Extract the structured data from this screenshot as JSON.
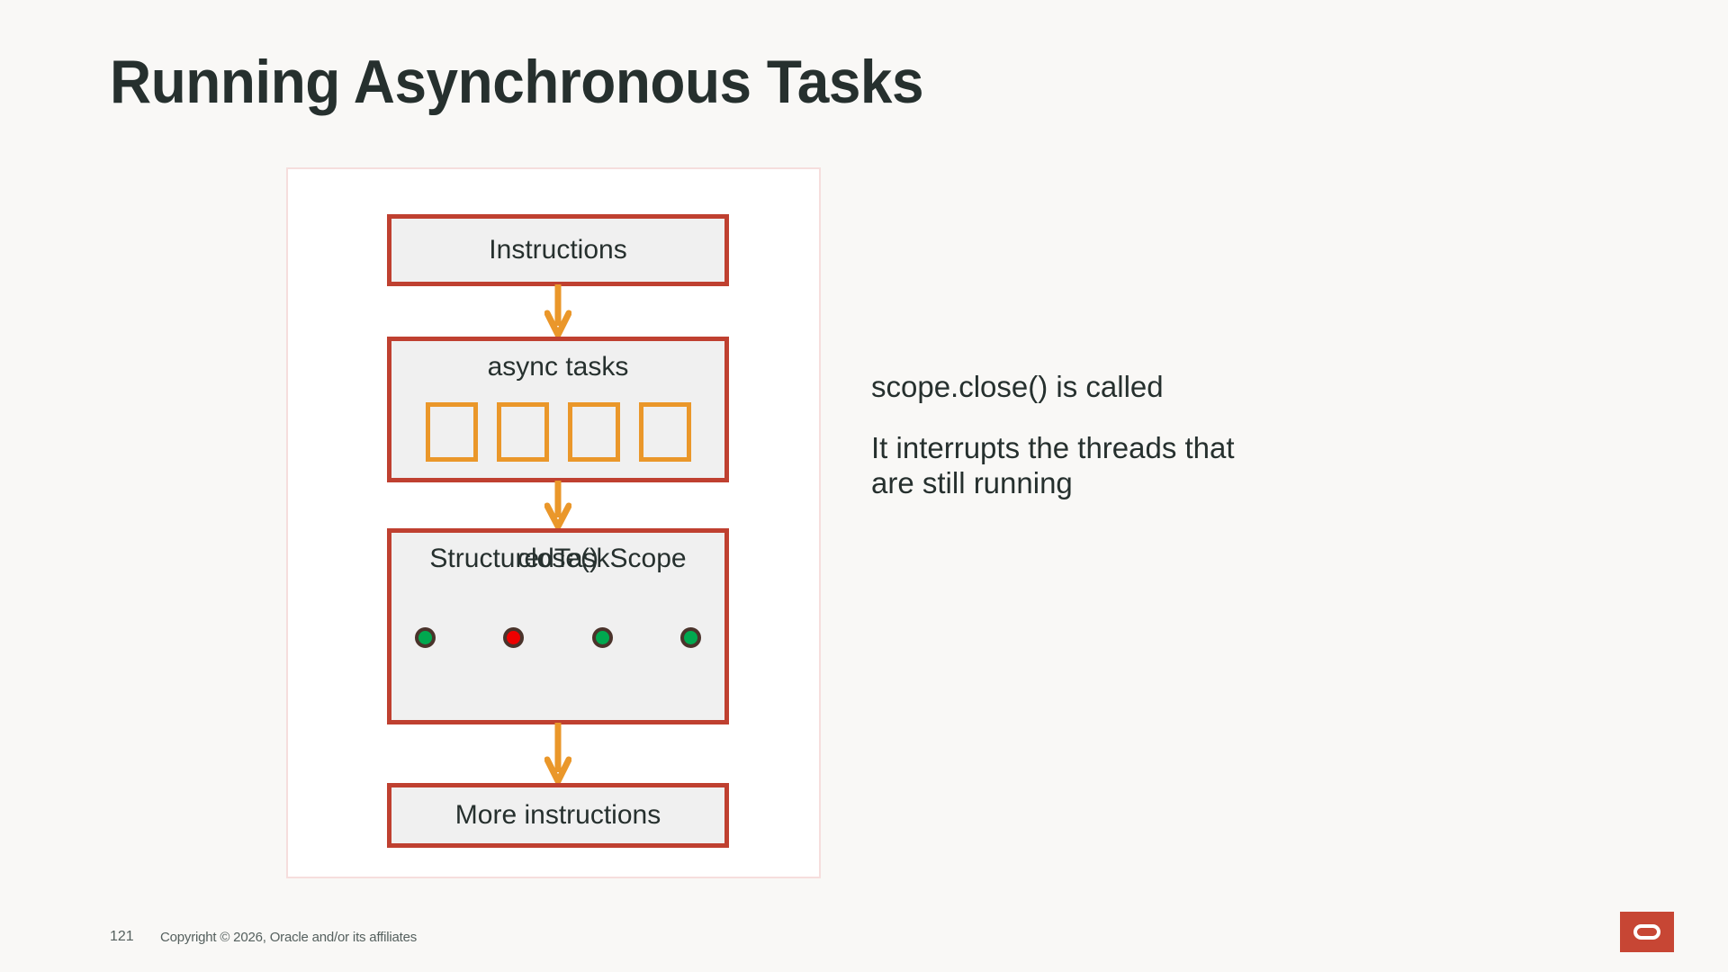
{
  "slide": {
    "title": "Running Asynchronous Tasks"
  },
  "diagram": {
    "boxes": [
      {
        "id": "instructions",
        "label": "Instructions"
      },
      {
        "id": "async-tasks",
        "label": "async tasks"
      },
      {
        "id": "structured-task-scope",
        "label": "StructuredTaskScope",
        "sub_label": "close()"
      },
      {
        "id": "more-instructions",
        "label": "More instructions"
      }
    ],
    "task_squares": [
      {
        "index": 1,
        "state": "pending"
      },
      {
        "index": 2,
        "state": "pending"
      },
      {
        "index": 3,
        "state": "pending"
      },
      {
        "index": 4,
        "state": "pending"
      }
    ],
    "thread_dots": [
      {
        "index": 1,
        "status": "running",
        "color": "#00a84f"
      },
      {
        "index": 2,
        "status": "failed",
        "color": "#ee0000"
      },
      {
        "index": 3,
        "status": "running",
        "color": "#00a84f"
      },
      {
        "index": 4,
        "status": "running",
        "color": "#00a84f"
      }
    ],
    "arrows": [
      {
        "from": "instructions",
        "to": "async-tasks",
        "direction": "down"
      },
      {
        "from": "async-tasks",
        "to": "structured-task-scope",
        "direction": "down"
      },
      {
        "from": "structured-task-scope",
        "to": "more-instructions",
        "direction": "down"
      }
    ]
  },
  "bullets": [
    "scope.close() is called",
    "It interrupts the threads that are still running"
  ],
  "footer": {
    "page_number": "121",
    "copyright": "Copyright © 2026, Oracle and/or its affiliates",
    "logo_name": "oracle-logo"
  },
  "colors": {
    "background": "#f9f8f6",
    "title_text": "#26302e",
    "box_border_red": "#bf4030",
    "box_fill_gray": "#f0f0f0",
    "arrow_orange": "#ea972a",
    "square_orange": "#ea972a",
    "frame_pink": "#f6dedd",
    "dot_green": "#00a84f",
    "dot_red": "#ee0000",
    "dot_ring": "#4a332b",
    "oracle_red": "#c74634"
  }
}
